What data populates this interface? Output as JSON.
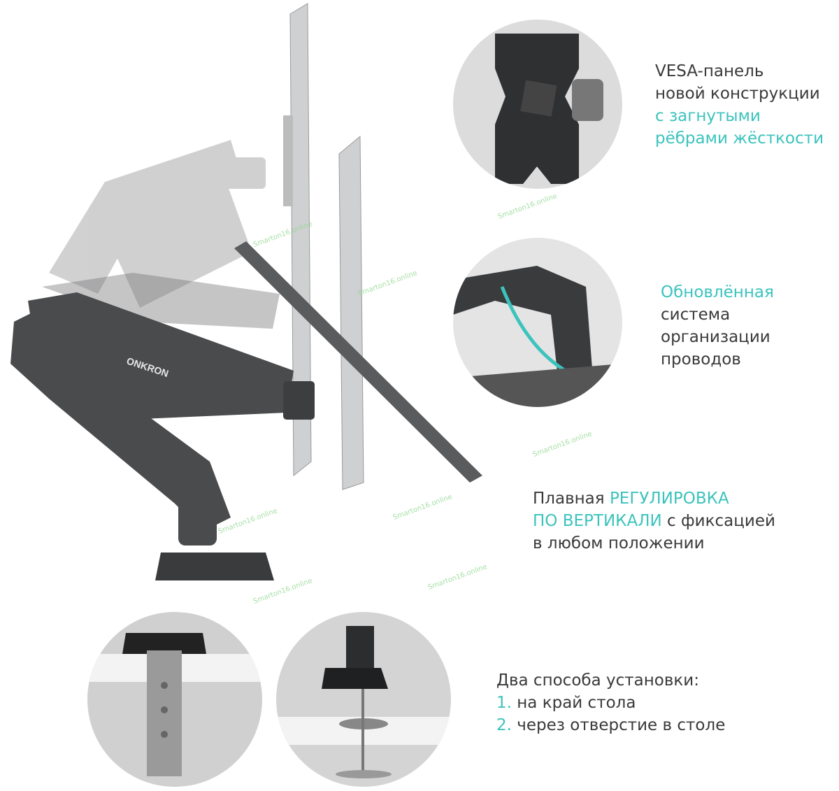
{
  "brand": "ONKRON",
  "watermark": "Smarton16.online",
  "feature_vesa": {
    "line1": "VESA-панель",
    "line2": "новой конструкции",
    "line3": "с загнутыми",
    "line4": "рёбрами жёсткости"
  },
  "feature_cables": {
    "line1": "Обновлённая",
    "line2": "система",
    "line3": "организации",
    "line4": "проводов"
  },
  "feature_height": {
    "prefix": "Плавная ",
    "highlight1": "РЕГУЛИРОВКА",
    "highlight2": "ПО ВЕРТИКАЛИ",
    "suffix": " с фиксацией",
    "line3": "в любом положении"
  },
  "feature_install": {
    "title": "Два способа установки:",
    "items": [
      {
        "num": "1.",
        "text": " на край стола"
      },
      {
        "num": "2.",
        "text": " через отверстие в столе"
      }
    ]
  },
  "colors": {
    "accent": "#3cc3bd",
    "text": "#3a3a3a",
    "arm": "#4a4b4d"
  }
}
